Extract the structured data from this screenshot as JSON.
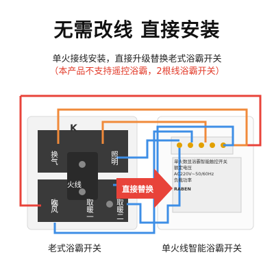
{
  "header": {
    "title": "无需改线  直接安装",
    "subtitle": "单火接线安装，直接升级替换老式浴霸开关",
    "note": "（本产品不支持遥控浴霸，2根线浴霸开关）"
  },
  "old_switch": {
    "caption": "老式浴霸开关",
    "terminals": {
      "exhaust": "换气",
      "lighting": "照明",
      "live": "火线",
      "blower": "吹风",
      "heater1": "取暖一",
      "heater2": "取暖二"
    },
    "brand_mark": "K"
  },
  "arrow": {
    "label": "直接替换"
  },
  "new_switch": {
    "caption": "单火线智能浴霸开关",
    "panel_title": "单火数显浴霸智能触控开关",
    "spec_lines": [
      "额定电压",
      "AC220V~50/60Hz",
      "负载功率"
    ],
    "brand": "RABEN"
  },
  "colors": {
    "red_wire": "#e8433a",
    "orange_wire": "#f08a3a",
    "blue_wire": "#3d8ee6",
    "arrow": "#e8433a",
    "accent_red": "#e23b2a"
  }
}
